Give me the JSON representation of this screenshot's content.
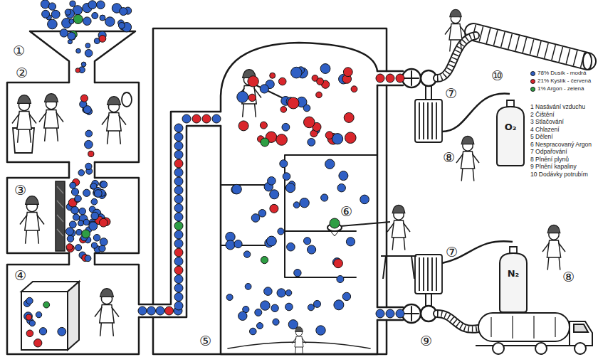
{
  "diagram": {
    "nodes": [
      {
        "text": [
          "O₂"
        ]
      },
      {
        "text": [
          "N₂"
        ]
      }
    ],
    "labels": [
      "①",
      "②",
      "③",
      "④",
      "⑤",
      "⑥",
      "⑦",
      "⑧",
      "⑦",
      "⑧",
      "⑨",
      "⑩",
      "1 Nasávání vzduchu",
      "2 Čištění",
      "3 Stlačování",
      "4 Chlazení",
      "5 Dělení",
      "6 Nespracovaný Argon",
      "7 Odpařování",
      "8 Plnění plynů",
      "9 Plnění kapaliny",
      "10 Dodávky potrubím"
    ],
    "legend": [
      {
        "text": "78% Dusík - modrá",
        "color": "#2f5fc4"
      },
      {
        "text": "21% Kyslík - červená",
        "color": "#d9262c"
      },
      {
        "text": "1% Argon - zelená",
        "color": "#2e9e44"
      }
    ]
  }
}
